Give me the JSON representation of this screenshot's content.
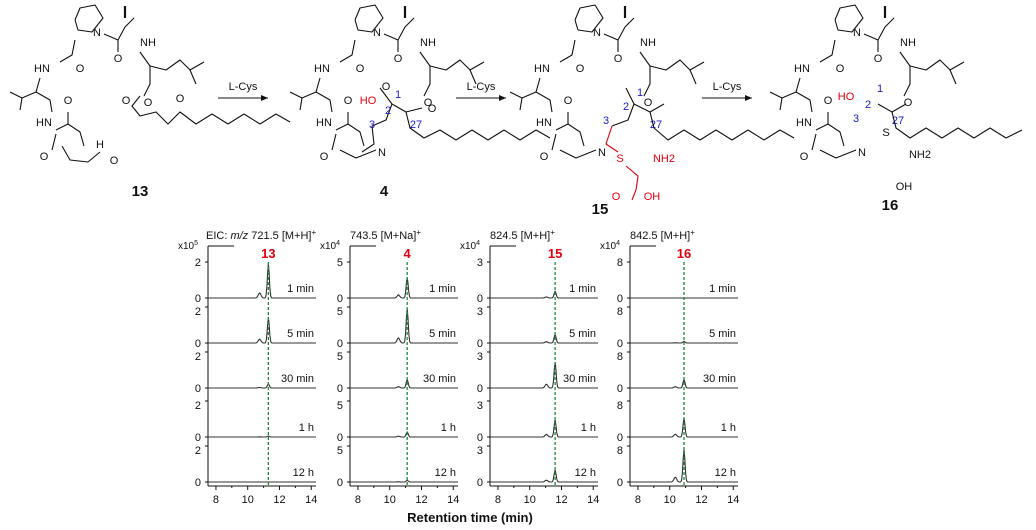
{
  "scheme": {
    "compounds": [
      {
        "id": "13"
      },
      {
        "id": "4",
        "labels": {
          "HO": "HO",
          "n1": "1",
          "n2": "2",
          "n3": "3",
          "n27": "27",
          "O": "O"
        }
      },
      {
        "id": "15",
        "labels": {
          "S": "S",
          "NH2": "NH2",
          "O": "O",
          "OH": "OH",
          "n1": "1",
          "n2": "2",
          "n3": "3",
          "n27": "27"
        }
      },
      {
        "id": "16",
        "labels": {
          "HO": "HO",
          "S": "S",
          "NH2": "NH2",
          "OH": "OH",
          "n1": "1",
          "n2": "2",
          "n3": "3",
          "n27": "27"
        }
      }
    ],
    "arrows": [
      {
        "label": "L-Cys"
      },
      {
        "label": "L-Cys"
      },
      {
        "label": "L-Cys"
      }
    ],
    "common_atoms": {
      "N": "N",
      "HN": "HN",
      "NH": "NH",
      "O": "O",
      "H": "H"
    }
  },
  "chromatograms": {
    "xlabel": "Retention time (min)",
    "xticks": [
      8,
      10,
      12,
      14
    ],
    "time_labels": [
      "1 min",
      "5 min",
      "30 min",
      "1 h",
      "12 h"
    ],
    "panels": [
      {
        "header": "EIC: m/z 721.5 [M+H]+",
        "header_parts": {
          "prefix": "EIC: ",
          "mz": "m/z",
          "value": " 721.5 [M+H]",
          "sup": "+"
        },
        "scale": "x10",
        "scale_exp": "5",
        "compound": "13",
        "peak_rt": 11.3,
        "ytick_top": "2",
        "ytick_zero": "0",
        "heights": [
          1.0,
          0.75,
          0.12,
          0.03,
          0.0
        ]
      },
      {
        "header": "743.5 [M+Na]+",
        "header_parts": {
          "prefix": "",
          "mz": "",
          "value": "743.5 [M+Na]",
          "sup": "+"
        },
        "scale": "x10",
        "scale_exp": "4",
        "compound": "4",
        "peak_rt": 11.1,
        "ytick_top": "5",
        "ytick_zero": "0",
        "heights": [
          0.6,
          1.0,
          0.25,
          0.15,
          0.05
        ]
      },
      {
        "header": "824.5 [M+H]+",
        "header_parts": {
          "prefix": "",
          "mz": "",
          "value": "824.5 [M+H]",
          "sup": "+"
        },
        "scale": "x10",
        "scale_exp": "4",
        "compound": "15",
        "peak_rt": 11.6,
        "ytick_top": "3",
        "ytick_zero": "0",
        "heights": [
          0.2,
          0.25,
          0.75,
          0.5,
          0.35
        ]
      },
      {
        "header": "842.5 [M+H]+",
        "header_parts": {
          "prefix": "",
          "mz": "",
          "value": "842.5 [M+H]",
          "sup": "+"
        },
        "scale": "x10",
        "scale_exp": "4",
        "compound": "16",
        "peak_rt": 10.9,
        "ytick_top": "8",
        "ytick_zero": "0",
        "heights": [
          0.0,
          0.05,
          0.25,
          0.55,
          0.95
        ]
      }
    ]
  },
  "colors": {
    "highlight": "#e0000e",
    "numbering": "#1a1acc",
    "marker": "#1a8a3a",
    "trace": "#333333"
  }
}
